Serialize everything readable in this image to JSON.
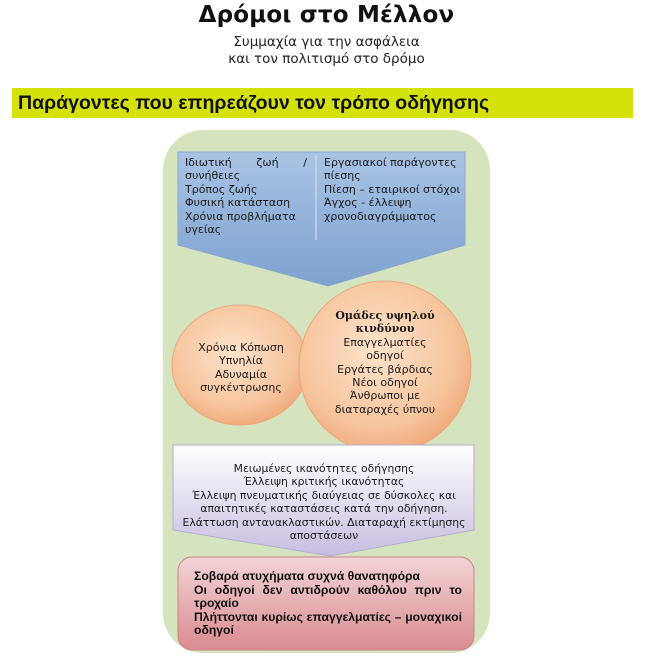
{
  "header": {
    "title": "Δρόμοι στο Μέλλον",
    "subtitle_line1": "Συμμαχία για την ασφάλεια",
    "subtitle_line2": "και τον πολιτισμό στο δρόμο"
  },
  "section_title": "Παράγοντες που επηρεάζουν τον τρόπο οδήγησης",
  "colors": {
    "band": "#d4e10b",
    "panel": "#d5e4bf",
    "blue_box": "#8fb0d8",
    "circle": "#f2b98e",
    "purple_box": "#d9d2ea",
    "red_box": "#e3a3a6"
  },
  "diagram": {
    "factors_left": [
      "Ιδιωτική ζωή / συνήθειες",
      "Τρόπος ζωής",
      "Φυσική κατάσταση",
      "Χρόνια προβλήματα υγείας"
    ],
    "factors_right": [
      "Εργασιακοί παράγοντες πίεσης",
      "Πίεση – εταιρικοί στόχοι",
      "Άγχος - έλλειψη χρονοδιαγράμματος"
    ],
    "symptoms": [
      "Χρόνια Κόπωση",
      "Υπνηλία",
      "Αδυναμία συγκέντρωσης"
    ],
    "risk_groups": {
      "title": "Ομάδες υψηλού κινδύνου",
      "items": [
        "Επαγγελματίες οδηγοί",
        "Εργάτες βάρδιας",
        "Νέοι οδηγοί",
        "Άνθρωποι με διαταραχές ύπνου"
      ]
    },
    "effects": [
      "Μειωμένες ικανότητες οδήγησης",
      "Έλλειψη κριτικής ικανότητας",
      "Έλλειψη πνευματικής διαύγειας σε δύσκολες και απαιτητικές καταστάσεις κατά την οδήγηση. Ελάττωση αντανακλαστικών. Διαταραχή εκτίμησης αποστάσεων"
    ],
    "outcomes": [
      "Σοβαρά ατυχήματα συχνά θανατηφόρα",
      "Οι οδηγοί δεν αντιδρούν καθόλου πριν το τροχαίο",
      "Πλήττονται κυρίως επαγγελματίες – μοναχικοί οδηγοί"
    ]
  }
}
